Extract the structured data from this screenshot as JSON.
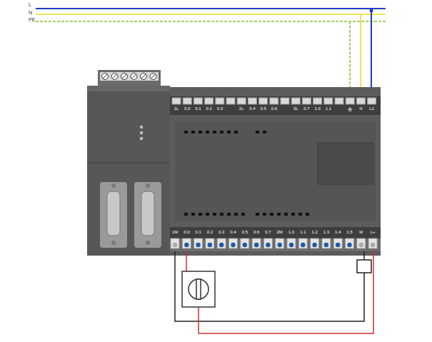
{
  "diagram": {
    "labels": [
      "L",
      "N",
      "PE",
      "1L",
      "0.0",
      "0.1",
      "0.2",
      "0.3",
      "2L",
      "0.4",
      "0.5",
      "0.6",
      "3L",
      "0.7",
      "1.0",
      "1.1",
      "N",
      "L1",
      "1M",
      "0.0",
      "0.1",
      "0.2",
      "0.3",
      "0.4",
      "0.5",
      "0.6",
      "0.7",
      "2M",
      "1.0",
      "1.1",
      "1.2",
      "1.3",
      "1.4",
      "1.5",
      "M",
      "L+"
    ]
  }
}
